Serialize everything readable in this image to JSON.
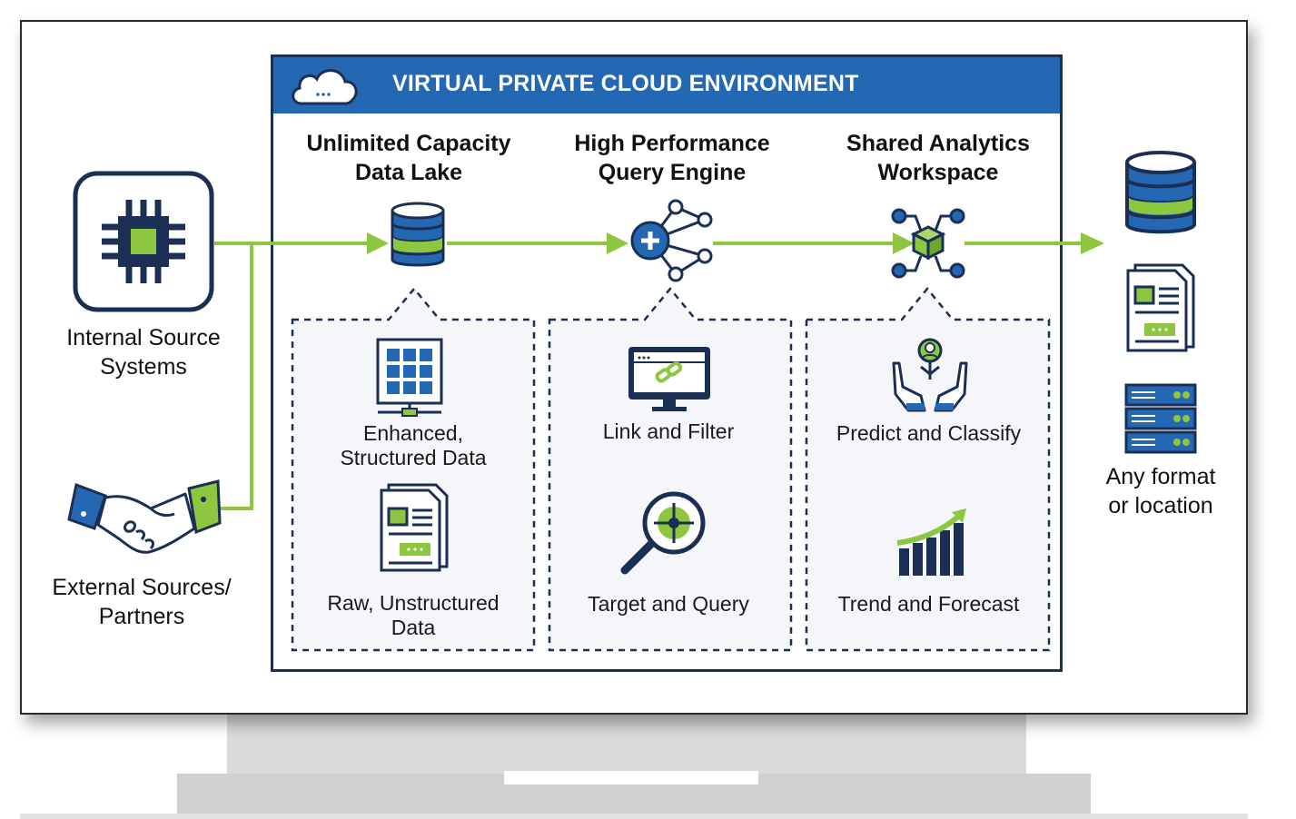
{
  "header": {
    "title": "VIRTUAL PRIVATE CLOUD ENVIRONMENT"
  },
  "sources": {
    "internal": [
      "Internal Source",
      "Systems"
    ],
    "external": [
      "External Sources/",
      "Partners"
    ]
  },
  "columns": [
    {
      "title": [
        "Unlimited Capacity",
        "Data Lake"
      ],
      "items": [
        [
          "Enhanced,",
          "Structured Data"
        ],
        [
          "Raw, Unstructured",
          "Data"
        ]
      ]
    },
    {
      "title": [
        "High Performance",
        "Query Engine"
      ],
      "items": [
        [
          "Link and Filter"
        ],
        [
          "Target and Query"
        ]
      ]
    },
    {
      "title": [
        "Shared Analytics",
        "Workspace"
      ],
      "items": [
        [
          "Predict and Classify"
        ],
        [
          "Trend and Forecast"
        ]
      ]
    }
  ],
  "output": {
    "label": [
      "Any format",
      "or location"
    ]
  },
  "colors": {
    "navy": "#1b2f55",
    "blue": "#2467b3",
    "green": "#8dc63f",
    "lightgreen": "#8bc540"
  }
}
